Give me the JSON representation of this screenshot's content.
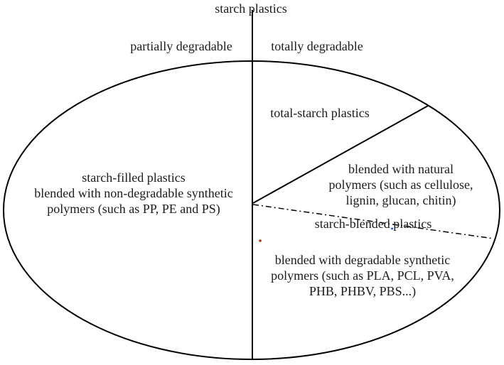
{
  "diagram": {
    "title": "starch plastics",
    "branches": {
      "left": "partially degradable",
      "right": "totally degradable"
    },
    "sections": {
      "total_starch": "total-starch plastics",
      "starch_filled_lines": [
        "starch-filled plastics",
        "blended with non-degradable synthetic",
        "polymers (such as PP, PE and PS)"
      ],
      "natural_polymers_lines": [
        "blended with natural",
        "polymers (such as cellulose,",
        "lignin, glucan, chitin)"
      ],
      "starch_blended": "starch-blended plastics",
      "degradable_synthetic_lines": [
        "blended with degradable synthetic",
        "polymers (such as PLA, PCL, PVA,",
        "PHB, PHBV, PBS...)"
      ]
    },
    "colors": {
      "stroke": "#000000",
      "text": "#1c1c1c",
      "background": "#ffffff",
      "red_speck": "#a03c00",
      "blue_speck": "#3a57c0"
    }
  }
}
